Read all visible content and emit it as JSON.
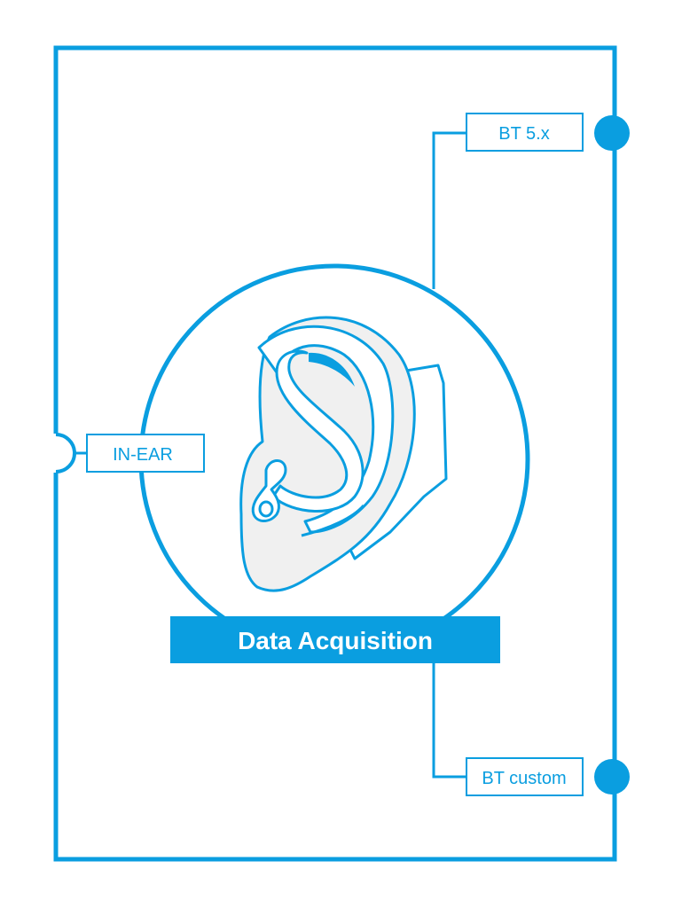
{
  "colors": {
    "accent": "#0a9ee0",
    "ear_fill": "#f0f0f0",
    "background": "#ffffff"
  },
  "diagram": {
    "title": "Data Acquisition",
    "ports": {
      "bt5": "BT 5.x",
      "in_ear": "IN-EAR",
      "bt_custom": "BT custom"
    },
    "icons": [
      "ear-icon"
    ]
  }
}
